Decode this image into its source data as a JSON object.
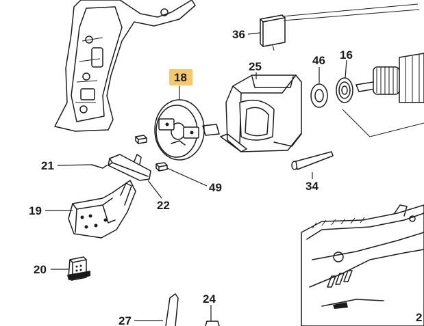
{
  "highlight_color": "#f5c96a",
  "parts": [
    {
      "id": "p36",
      "label": "36"
    },
    {
      "id": "p25",
      "label": "25"
    },
    {
      "id": "p46",
      "label": "46"
    },
    {
      "id": "p16",
      "label": "16"
    },
    {
      "id": "p18",
      "label": "18",
      "highlighted": true
    },
    {
      "id": "p21",
      "label": "21"
    },
    {
      "id": "p49",
      "label": "49"
    },
    {
      "id": "p34",
      "label": "34"
    },
    {
      "id": "p19",
      "label": "19"
    },
    {
      "id": "p22",
      "label": "22"
    },
    {
      "id": "p20",
      "label": "20"
    },
    {
      "id": "p24",
      "label": "24"
    },
    {
      "id": "p27",
      "label": "27"
    },
    {
      "id": "p2x",
      "label": "2"
    }
  ]
}
